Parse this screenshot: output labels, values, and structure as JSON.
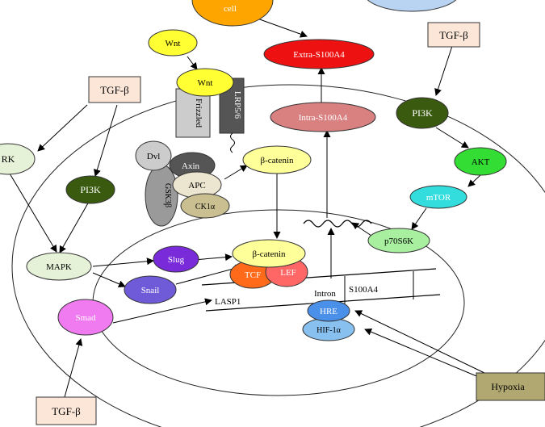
{
  "nodes": {
    "cell": "cell",
    "extra_s100a4": "Extra-S100A4",
    "intra_s100a4": "Intra-S100A4",
    "wnt_top": "Wnt",
    "wnt_bound": "Wnt",
    "frizzled": "Frizzled",
    "lrp56": "LRP5/6",
    "tgfb_top_left": "TGF-β",
    "tgfb_top_right": "TGF-β",
    "tgfb_bottom": "TGF-β",
    "erk": "RK",
    "pi3k_left": "PI3K",
    "pi3k_right": "PI3K",
    "akt": "AKT",
    "mtor": "mTOR",
    "p70s6k": "p70S6K",
    "dvl": "Dvl",
    "axin": "Axin",
    "apc": "APC",
    "gsk3b": "GSK3β",
    "ck1a": "CK1α",
    "beta_catenin_cyto": "β-catenin",
    "beta_catenin_nuc": "β-catenin",
    "tcf": "TCF",
    "lef": "LEF",
    "mapk": "MAPK",
    "slug": "Slug",
    "snail": "Snail",
    "smad": "Smad",
    "lasp1": "LASP1",
    "intron": "Intron",
    "s100a4_gene": "S100A4",
    "hre": "HRE",
    "hif1a": "HIF-1α",
    "hypoxia": "Hypoxia"
  },
  "colors": {
    "red": "#ee1111",
    "rose": "#d98080",
    "yellow": "#ffff33",
    "pale_yellow": "#ffff99",
    "dark_green": "#3a5a10",
    "bright_green": "#33dd33",
    "light_green": "#a8f0a0",
    "pale_green": "#e6f2d8",
    "cyan": "#33dddd",
    "gray_light": "#cccccc",
    "gray_dark": "#555555",
    "gray_mid": "#9a9a9a",
    "khaki": "#c9bf90",
    "beige": "#ece5cf",
    "purple": "#7a2bd9",
    "violet": "#6f5ad8",
    "orange": "#ff6a1a",
    "salmon": "#ff6666",
    "magenta": "#f07af0",
    "blue": "#4a8fe8",
    "light_blue": "#88c0f0",
    "peach": "#fce6d8",
    "olive": "#b0a870",
    "amber": "#ffa500",
    "sky": "#b9d3f2"
  }
}
